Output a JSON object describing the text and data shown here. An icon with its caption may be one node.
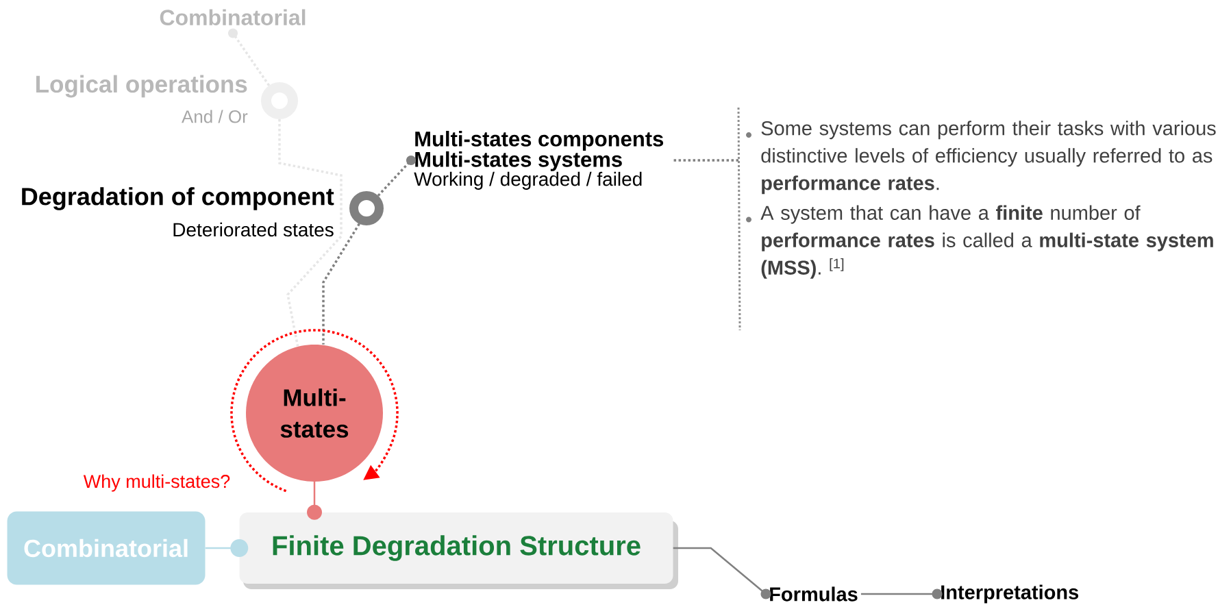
{
  "diagram": {
    "nodes": [
      {
        "text": [
          "Combinatorial"
        ]
      },
      {
        "text": [
          "Logical operations",
          "And / Or"
        ]
      },
      {
        "text": [
          "Degradation of component",
          "Deteriorated states"
        ]
      },
      {
        "text": [
          "Multi-states components",
          "Multi-states systems",
          "Working / degraded / failed"
        ]
      },
      {
        "text": [
          "Some systems can perform their tasks with various distinctive levels of efficiency usually referred to as **performance rates**.",
          "A system that can have a **finite** number of **performance rates** is called a **multi-state system (MSS)**. $^{[1]}$"
        ]
      },
      {
        "text": [
          "Multi-states"
        ]
      },
      {
        "text": [
          "Finite Degradation Structure"
        ]
      },
      {
        "text": [
          "Combinatorial"
        ]
      },
      {
        "text": [
          "Formulas"
        ]
      },
      {
        "text": [
          "Interpretations"
        ]
      }
    ],
    "edges": [
      {
        "from": 1,
        "to": 0,
        "arrow": "other",
        "style": "dashed",
        "color": "#e6e6e6"
      },
      {
        "from": 1,
        "to": 5,
        "arrow": "none",
        "style": "dashed",
        "color": "#e6e6e6"
      },
      {
        "from": 2,
        "to": 3,
        "arrow": "other",
        "style": "dashed"
      },
      {
        "from": 2,
        "to": 5,
        "arrow": "none",
        "style": "dashed"
      },
      {
        "from": 3,
        "to": 4,
        "arrow": "none",
        "style": "dashed"
      },
      {
        "from": 5,
        "to": 5,
        "arrow": "to",
        "style": "dashed",
        "color": "#ff0000",
        "label": "Why multi-states?"
      },
      {
        "from": 5,
        "to": 6,
        "arrow": "other",
        "color": "#e87a7a"
      },
      {
        "from": 7,
        "to": 6,
        "arrow": "other",
        "color": "#b7dde8"
      },
      {
        "from": 6,
        "to": 8,
        "arrow": "other"
      },
      {
        "from": 8,
        "to": 9,
        "arrow": "other"
      }
    ]
  }
}
